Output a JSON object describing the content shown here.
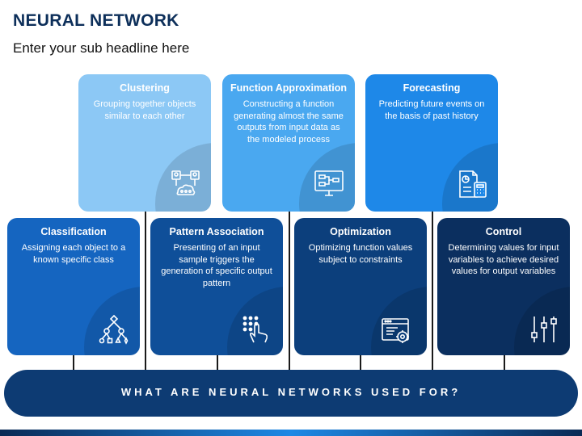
{
  "header": {
    "title": "NEURAL NETWORK",
    "subtitle": "Enter your sub headline here"
  },
  "top_cards": [
    {
      "title": "Clustering",
      "desc": "Grouping together objects similar to each other",
      "icon": "clustering-icon",
      "color": "#8cc8f5"
    },
    {
      "title": "Function Approximation",
      "desc": "Constructing a function generating almost the same outputs from input data as the modeled process",
      "icon": "monitor-flowchart-icon",
      "color": "#4aa8f0"
    },
    {
      "title": "Forecasting",
      "desc": "Predicting future events on the basis of past history",
      "icon": "report-calculator-icon",
      "color": "#1e88e8"
    }
  ],
  "bottom_cards": [
    {
      "title": "Classification",
      "desc": "Assigning each object to a known specific class",
      "icon": "hierarchy-tree-icon",
      "color": "#1565c0"
    },
    {
      "title": "Pattern Association",
      "desc": "Presenting of an input sample triggers the generation of specific output pattern",
      "icon": "touch-pattern-icon",
      "color": "#0f4f99"
    },
    {
      "title": "Optimization",
      "desc": "Optimizing function values subject to constraints",
      "icon": "browser-settings-icon",
      "color": "#0c3f7c"
    },
    {
      "title": "Control",
      "desc": "Determining values for input variables to achieve desired values for output variables",
      "icon": "sliders-icon",
      "color": "#0b2f5f"
    }
  ],
  "banner": {
    "text": "WHAT ARE NEURAL NETWORKS USED FOR?"
  }
}
